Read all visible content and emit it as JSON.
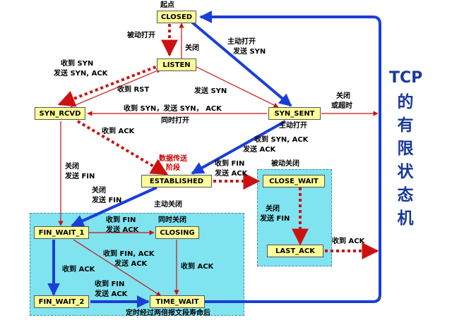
{
  "title": {
    "tcp": "TCP",
    "chars": [
      "的",
      "有",
      "限",
      "状",
      "态",
      "机"
    ]
  },
  "start_label": "起点",
  "data_phase_label": "数据传送阶段",
  "states": {
    "closed": "CLOSED",
    "listen": "LISTEN",
    "syn_rcvd": "SYN_RCVD",
    "syn_sent": "SYN_SENT",
    "established": "ESTABLISHED",
    "close_wait": "CLOSE_WAIT",
    "last_ack": "LAST_ACK",
    "fin_wait_1": "FIN_WAIT_1",
    "closing": "CLOSING",
    "fin_wait_2": "FIN_WAIT_2",
    "time_wait": "TIME_WAIT"
  },
  "labels": {
    "passive_open": "被动打开",
    "close_listen": "关闭",
    "active_open": "主动打开",
    "send_syn_1": "发送 SYN",
    "recv_syn": "收到 SYN",
    "send_syn_ack": "发送 SYN, ACK",
    "recv_rst": "收到 RST",
    "send_syn_2": "发送 SYN",
    "close_or_timeout_1": "关闭",
    "close_or_timeout_2": "或超时",
    "recv_syn_send_syn_ack": "收到 SYN，发送 SYN， ACK",
    "simultaneous_open": "同时打开",
    "recv_ack_1": "收到 ACK",
    "active_open_2": "主动打开",
    "recv_syn_ack_1": "收到 SYN, ACK",
    "send_ack_1": "发送 ACK",
    "passive_close": "被动关闭",
    "recv_fin_1": "收到 FIN",
    "send_ack_2": "发送 ACK",
    "close_1": "关闭",
    "send_fin_1": "发送 FIN",
    "close_2": "关闭",
    "send_fin_2": "发送 FIN",
    "active_close": "主动关闭",
    "close_3": "关闭",
    "send_fin_3": "发送 FIN",
    "recv_ack_2": "收到 ACK",
    "recv_fin_2": "收到 FIN",
    "send_ack_3": "发送 ACK",
    "simultaneous_close": "同时关闭",
    "recv_fin_ack": "收到 FIN, ACK",
    "send_ack_4": "发送 ACK",
    "recv_ack_3": "收到 ACK",
    "recv_ack_4": "收到 ACK",
    "recv_fin_3": "收到 FIN",
    "send_ack_5": "发送 ACK",
    "timed_wait": "定时经过两倍报文段寿命后"
  },
  "colors": {
    "state_fill": "#ffff99",
    "blue_arrow": "#1a3fd6",
    "red_arrow": "#cc1111",
    "region_fill": "#7fe3f0",
    "title_color": "#1a3a9a"
  }
}
